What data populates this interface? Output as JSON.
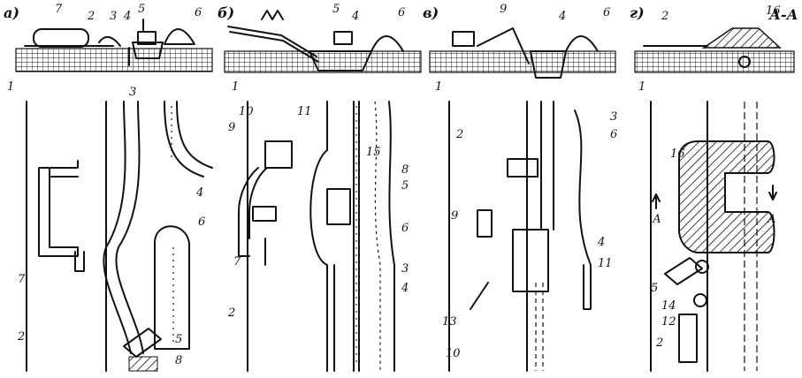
{
  "panels": {
    "a": {
      "label": "а)",
      "numbers": [
        "7",
        "2",
        "3",
        "4",
        "5",
        "6",
        "1",
        "3",
        "4",
        "6",
        "7",
        "2",
        "5",
        "8"
      ]
    },
    "b": {
      "label": "б)",
      "numbers": [
        "5",
        "4",
        "6",
        "1",
        "10",
        "11",
        "9",
        "15",
        "8",
        "5",
        "6",
        "7",
        "3",
        "4",
        "2"
      ]
    },
    "v": {
      "label": "в)",
      "numbers": [
        "9",
        "4",
        "6",
        "1",
        "2",
        "3",
        "6",
        "9",
        "4",
        "11",
        "13",
        "10"
      ]
    },
    "g": {
      "label": "г)",
      "numbers": [
        "2",
        "16",
        "1",
        "16",
        "5",
        "14",
        "12",
        "2"
      ],
      "section_label": "А-А",
      "arrow_label_left": "А",
      "arrow_label_right": "А"
    }
  }
}
